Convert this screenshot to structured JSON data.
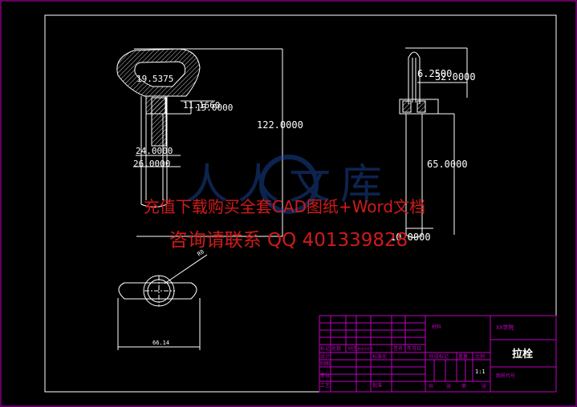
{
  "drawing": {
    "dims": {
      "d_19_5375": "19.5375",
      "d_11_1660": "11.1660",
      "d_15_0000": "15.0000",
      "d_24_0000": "24.0000",
      "d_26_0000": "26.0000",
      "d_122_0000": "122.0000",
      "d_6_2500": "6.2500",
      "d_32_0000": "32.0000",
      "d_65_0000": "65.0000",
      "d_10_0000": "10.0000",
      "d_66_14": "66.14",
      "d_r_lead": "R0"
    }
  },
  "title_block": {
    "material_label": "材料",
    "school": "XX学院",
    "part_name": "拉栓",
    "drawing_code_label": "图样代号",
    "scale_value": "1:1",
    "rows_left": [
      "标记",
      "设计",
      "制图",
      "审核",
      "工艺"
    ],
    "header_cells": [
      "处数",
      "分区",
      "更改文件号",
      "签名",
      "年月日"
    ],
    "std_label": "标准化",
    "approve_label": "批准",
    "stage_label": "阶段标记",
    "weight_label": "重量",
    "scale_label": "比例",
    "sheets_total": "共",
    "sheets_label": "张",
    "sheet_no": "第",
    "sheet_label": "张"
  },
  "watermark": {
    "line1": "充值下载购买全套CAD图纸+Word文档",
    "line2": "咨询请联系 QQ 401339828",
    "logo_text": "人人文库"
  },
  "colors": {
    "background": "#000000",
    "frame": "#c000c0",
    "geometry": "#ffffff",
    "watermark": "#d11a1a"
  }
}
